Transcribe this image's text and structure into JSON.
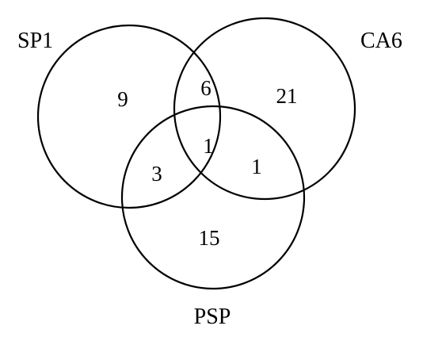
{
  "venn": {
    "sets": [
      {
        "id": "sp1",
        "label": "SP1"
      },
      {
        "id": "ca6",
        "label": "CA6"
      },
      {
        "id": "psp",
        "label": "PSP"
      }
    ],
    "regions": {
      "sp1_only": "9",
      "sp1_ca6": "6",
      "ca6_only": "21",
      "sp1_ca6_psp": "1",
      "sp1_psp": "3",
      "ca6_psp": "1",
      "psp_only": "15"
    },
    "stroke_color": "#000000",
    "background": "#ffffff"
  }
}
